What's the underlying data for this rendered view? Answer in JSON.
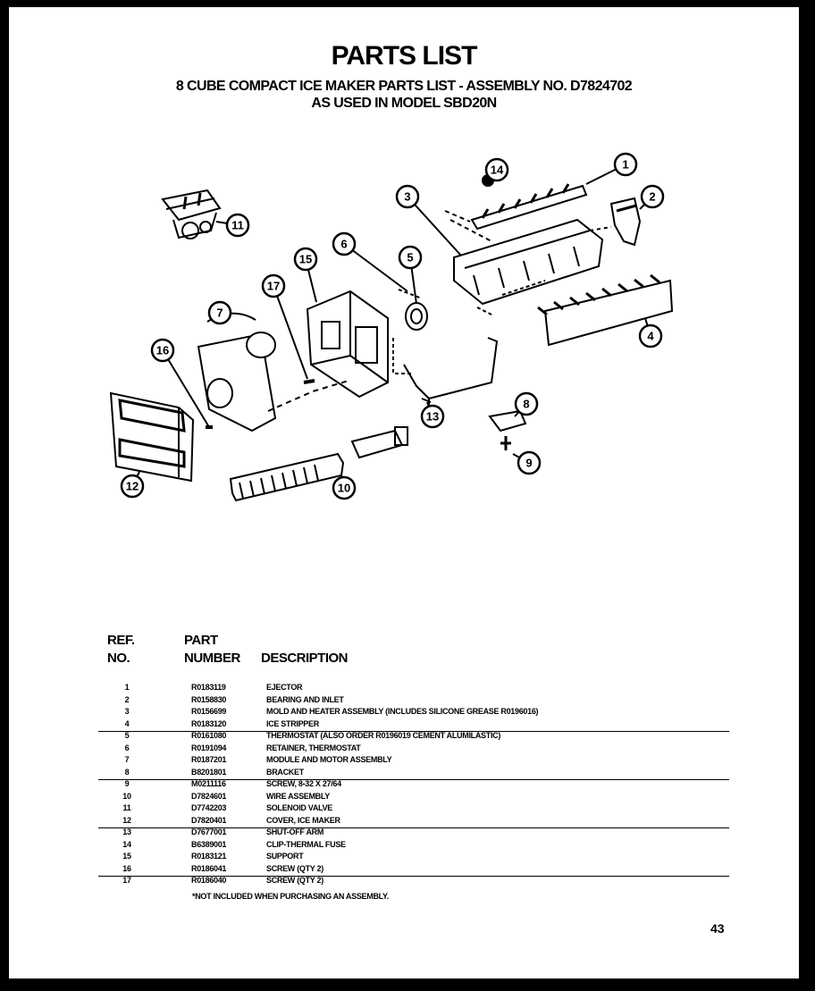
{
  "title": "PARTS LIST",
  "subtitle_line1": "8 CUBE COMPACT ICE MAKER PARTS LIST - ASSEMBLY NO. D7824702",
  "subtitle_line2": "AS USED IN MODEL SBD20N",
  "callouts": [
    "1",
    "2",
    "3",
    "4",
    "5",
    "6",
    "7",
    "8",
    "9",
    "10",
    "11",
    "12",
    "13",
    "14",
    "15",
    "16",
    "17"
  ],
  "table": {
    "header": {
      "ref_line1": "REF.",
      "ref_line2": "NO.",
      "part_line1": "PART",
      "part_line2": "NUMBER",
      "description": "DESCRIPTION"
    },
    "rows": [
      {
        "ref": "1",
        "part": "R0183119",
        "desc": "EJECTOR"
      },
      {
        "ref": "2",
        "part": "R0158830",
        "desc": "BEARING AND INLET"
      },
      {
        "ref": "3",
        "part": "R0156699",
        "desc": "MOLD AND HEATER ASSEMBLY (INCLUDES SILICONE GREASE R0196016)"
      },
      {
        "ref": "4",
        "part": "R0183120",
        "desc": "ICE STRIPPER"
      },
      {
        "ref": "5",
        "part": "R0161080",
        "desc": "THERMOSTAT (ALSO ORDER R0196019 CEMENT ALUMILASTIC)"
      },
      {
        "ref": "6",
        "part": "R0191094",
        "desc": "RETAINER, THERMOSTAT"
      },
      {
        "ref": "7",
        "part": "R0187201",
        "desc": "MODULE AND MOTOR ASSEMBLY"
      },
      {
        "ref": "8",
        "part": "B8201801",
        "desc": "BRACKET"
      },
      {
        "ref": "9",
        "part": "M0211116",
        "desc": "SCREW, 8-32 X 27/64"
      },
      {
        "ref": "10",
        "part": "D7824601",
        "desc": "WIRE ASSEMBLY"
      },
      {
        "ref": "11",
        "part": "D7742203",
        "desc": "SOLENOID  VALVE"
      },
      {
        "ref": "12",
        "part": "D7820401",
        "desc": "COVER, ICE MAKER"
      },
      {
        "ref": "13",
        "part": "D7677001",
        "desc": "SHUT-OFF ARM"
      },
      {
        "ref": "14",
        "part": "B6389001",
        "desc": "CLIP-THERMAL FUSE"
      },
      {
        "ref": "15",
        "part": "R0183121",
        "desc": "SUPPORT"
      },
      {
        "ref": "16",
        "part": "R0186041",
        "desc": "SCREW (QTY 2)"
      },
      {
        "ref": "17",
        "part": "R0186040",
        "desc": "SCREW (QTY 2)"
      }
    ],
    "note": "*NOT INCLUDED WHEN PURCHASING AN ASSEMBLY."
  },
  "page_number": "43"
}
